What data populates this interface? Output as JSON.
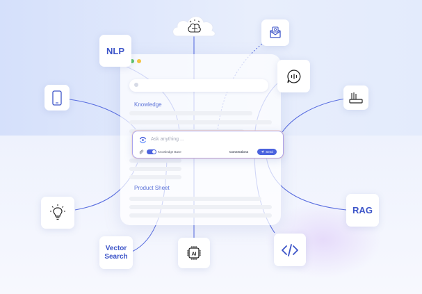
{
  "labels": {
    "nlp": "NLP",
    "rag": "RAG",
    "vector_search_line1": "Vector",
    "vector_search_line2": "Search"
  },
  "panel": {
    "section_knowledge": "Knowledge",
    "section_product_sheet": "Product Sheet"
  },
  "chat": {
    "placeholder": "Ask anything ...",
    "toggle_label": "Knowledge Base",
    "connections_label": "Connections",
    "send_label": "Send"
  },
  "colors": {
    "accent": "#4b63de",
    "line": "#5b6fe0",
    "dot_green": "#5cc468",
    "dot_yellow": "#f5c242"
  },
  "icons": [
    "cloud-brain-icon",
    "email-icon",
    "speech-bubble-icon",
    "laptop-icon",
    "smartphone-icon",
    "lightbulb-icon",
    "ai-chip-icon",
    "code-icon"
  ]
}
